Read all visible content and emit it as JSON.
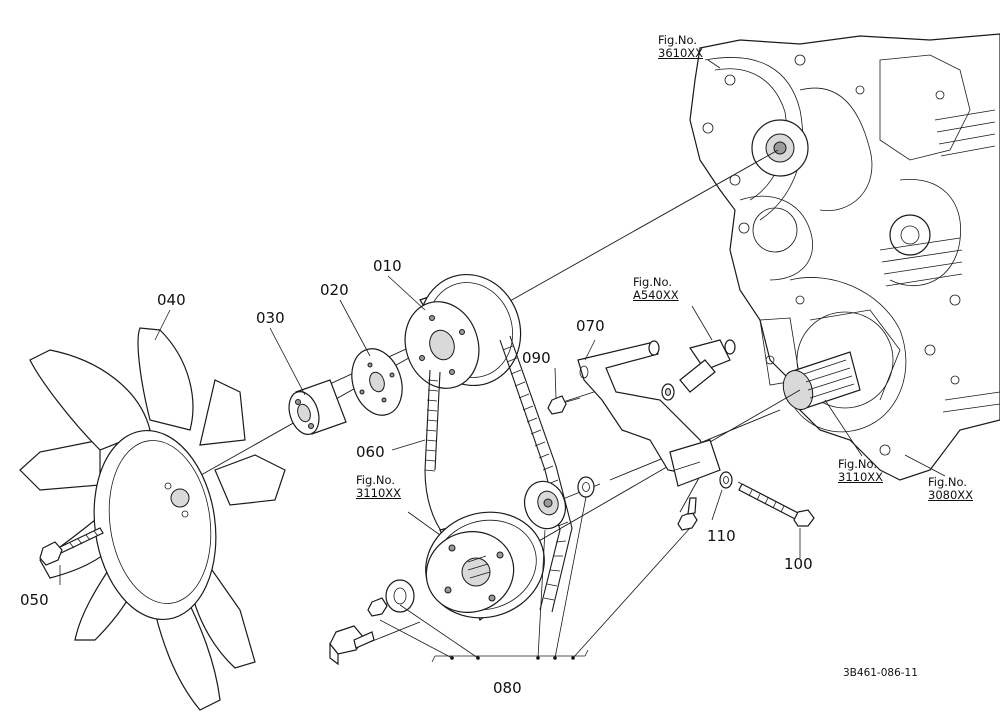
{
  "callouts": {
    "p010": "010",
    "p020": "020",
    "p030": "030",
    "p040": "040",
    "p050": "050",
    "p060": "060",
    "p070": "070",
    "p080": "080",
    "p090": "090",
    "p100": "100",
    "p110": "110"
  },
  "figure_refs": {
    "top": {
      "label": "Fig.No.",
      "ref": "3610XX"
    },
    "bracket": {
      "label": "Fig.No.",
      "ref": "A540XX"
    },
    "pulley": {
      "label": "Fig.No.",
      "ref": "3110XX"
    },
    "shaft": {
      "label": "Fig.No.",
      "ref": "3110XX"
    },
    "case": {
      "label": "Fig.No.",
      "ref": "3080XX"
    }
  },
  "drawing_code": "3B461-086-11"
}
